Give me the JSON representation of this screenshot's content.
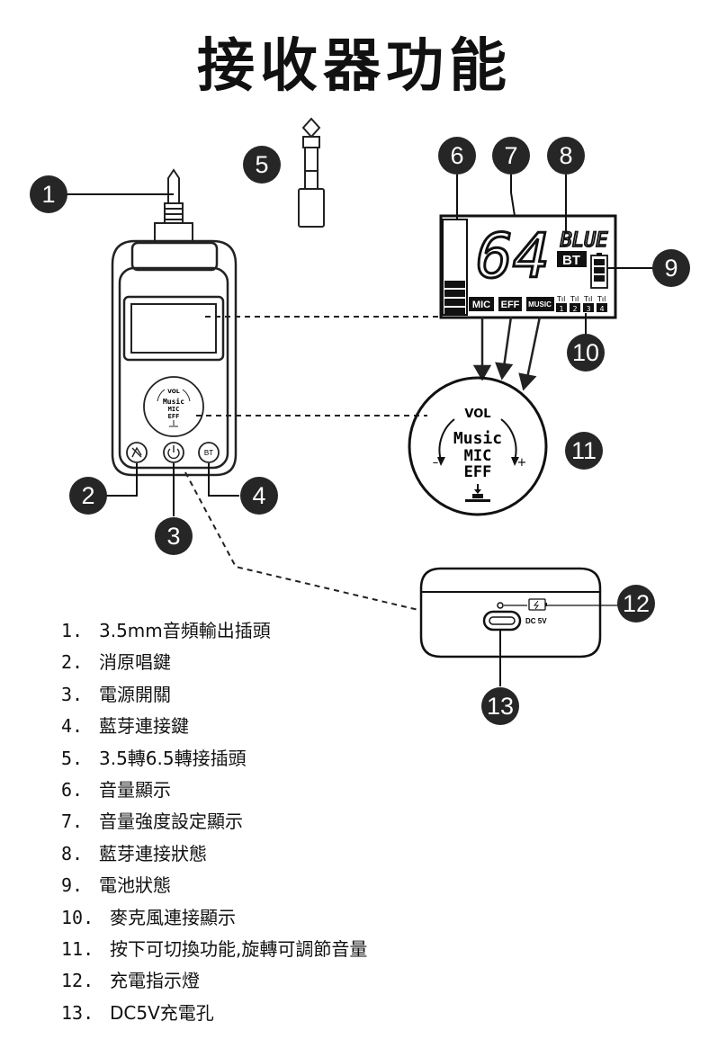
{
  "title": "接收器功能",
  "lcd": {
    "volume_digits": "64",
    "blue_label": "BLUE",
    "bt_label": "BT",
    "indicators": [
      "MIC",
      "EFF",
      "MUSIC"
    ],
    "channels": [
      "1",
      "2",
      "3",
      "4"
    ]
  },
  "knob": {
    "vol_label": "VOL",
    "lines": [
      "Music",
      "MIC",
      "EFF"
    ],
    "minus": "–",
    "plus": "+"
  },
  "buttons": {
    "bt": "BT"
  },
  "port_label": "DC 5V",
  "badges": [
    "1",
    "2",
    "3",
    "4",
    "5",
    "6",
    "7",
    "8",
    "9",
    "10",
    "11",
    "12",
    "13"
  ],
  "legend": [
    {
      "num": "1.",
      "text": "3.5mm音頻輸出插頭"
    },
    {
      "num": "2.",
      "text": "消原唱鍵"
    },
    {
      "num": "3.",
      "text": "電源開關"
    },
    {
      "num": "4.",
      "text": "藍芽連接鍵"
    },
    {
      "num": "5.",
      "text": "3.5轉6.5轉接插頭"
    },
    {
      "num": "6.",
      "text": "音量顯示"
    },
    {
      "num": "7.",
      "text": "音量強度設定顯示"
    },
    {
      "num": "8.",
      "text": "藍芽連接狀態"
    },
    {
      "num": "9.",
      "text": "電池狀態"
    },
    {
      "num": "10.",
      "text": "麥克風連接顯示"
    },
    {
      "num": "11.",
      "text": "按下可切換功能,旋轉可調節音量"
    },
    {
      "num": "12.",
      "text": "充電指示燈"
    },
    {
      "num": "13.",
      "text": "DC5V充電孔"
    }
  ]
}
